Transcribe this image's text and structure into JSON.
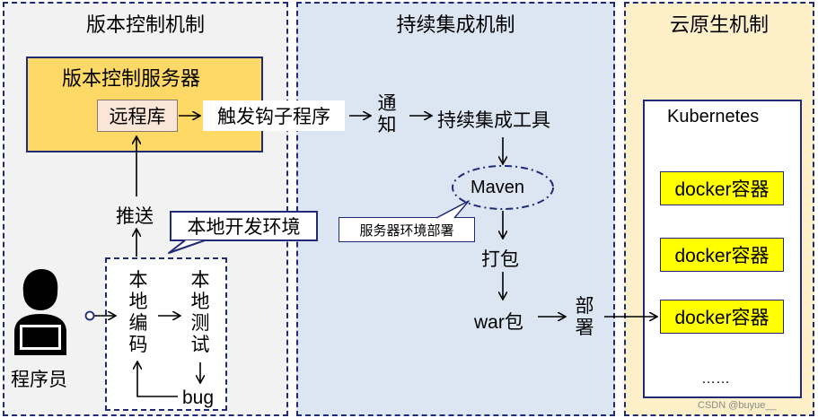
{
  "panels": {
    "vcs_title": "版本控制机制",
    "ci_title": "持续集成机制",
    "cloud_title": "云原生机制"
  },
  "vcs": {
    "server_title": "版本控制服务器",
    "repo": "远程库",
    "push": "推送",
    "local_env": "本地开发环境",
    "coding": "本地编码",
    "testing": "本地测试",
    "bug": "bug",
    "programmer": "程序员"
  },
  "ci": {
    "trigger_hook": "触发钩子程序",
    "notify": "通知",
    "ci_tool": "持续集成工具",
    "maven": "Maven",
    "server_env_deploy": "服务器环境部署",
    "package": "打包",
    "war": "war包",
    "deploy": "部署"
  },
  "cloud": {
    "k8s": "Kubernetes",
    "containers": [
      "docker容器",
      "docker容器",
      "docker容器"
    ],
    "ellipsis": "……"
  },
  "watermark": "CSDN @buyue__",
  "colors": {
    "panel_gray": "#f2f2f2",
    "panel_blue": "#dce6f3",
    "panel_yellow": "#fdf0c9",
    "server_fill": "#ffd966",
    "repo_fill": "#fbe5d6",
    "container_fill": "#ffff00",
    "border_navy": "#1f2a78"
  },
  "icons": [
    "programmer-icon"
  ]
}
